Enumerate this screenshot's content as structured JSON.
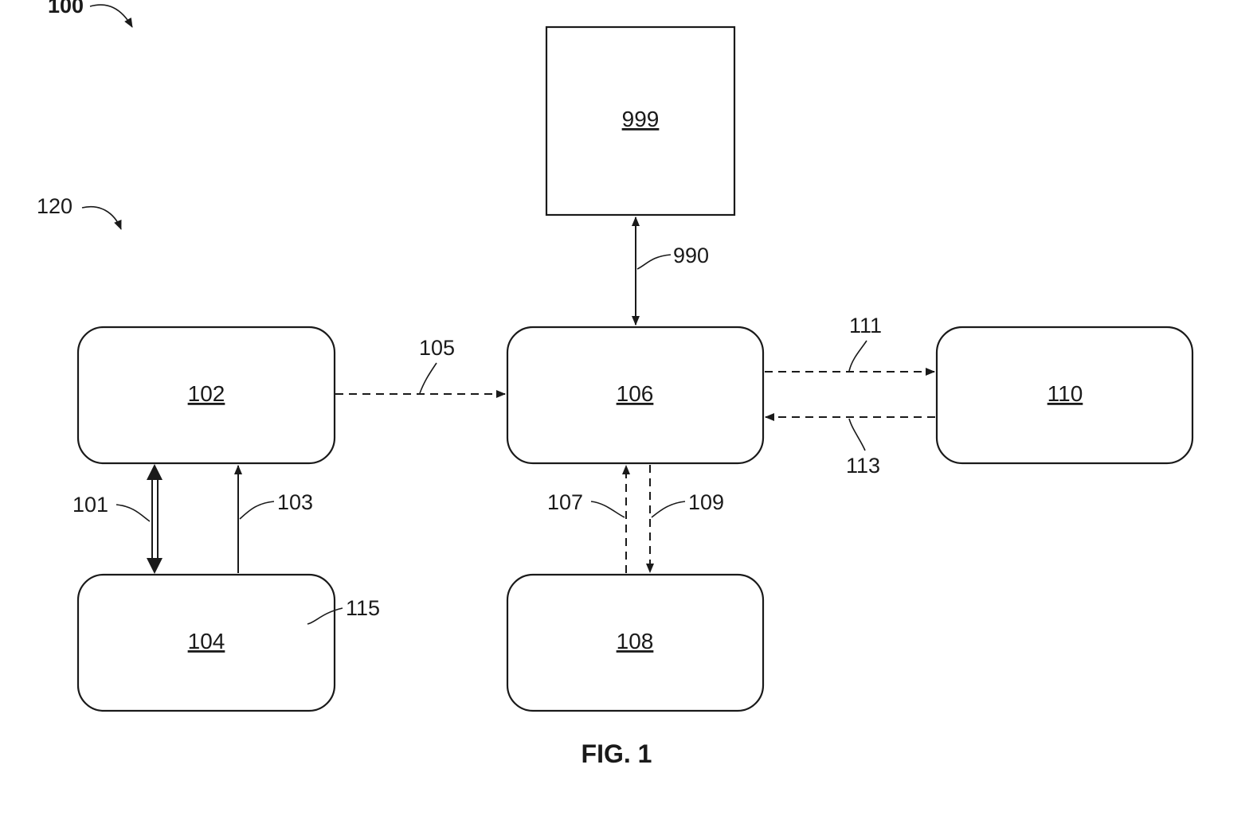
{
  "figure": {
    "caption": "FIG. 1",
    "ref_system": "100",
    "ref_group": "120"
  },
  "blocks": {
    "b999": "999",
    "b102": "102",
    "b104": "104",
    "b106": "106",
    "b108": "108",
    "b110": "110"
  },
  "connections": {
    "c101": "101",
    "c103": "103",
    "c105": "105",
    "c107": "107",
    "c109": "109",
    "c111": "111",
    "c113": "113",
    "c990": "990",
    "c115": "115"
  }
}
